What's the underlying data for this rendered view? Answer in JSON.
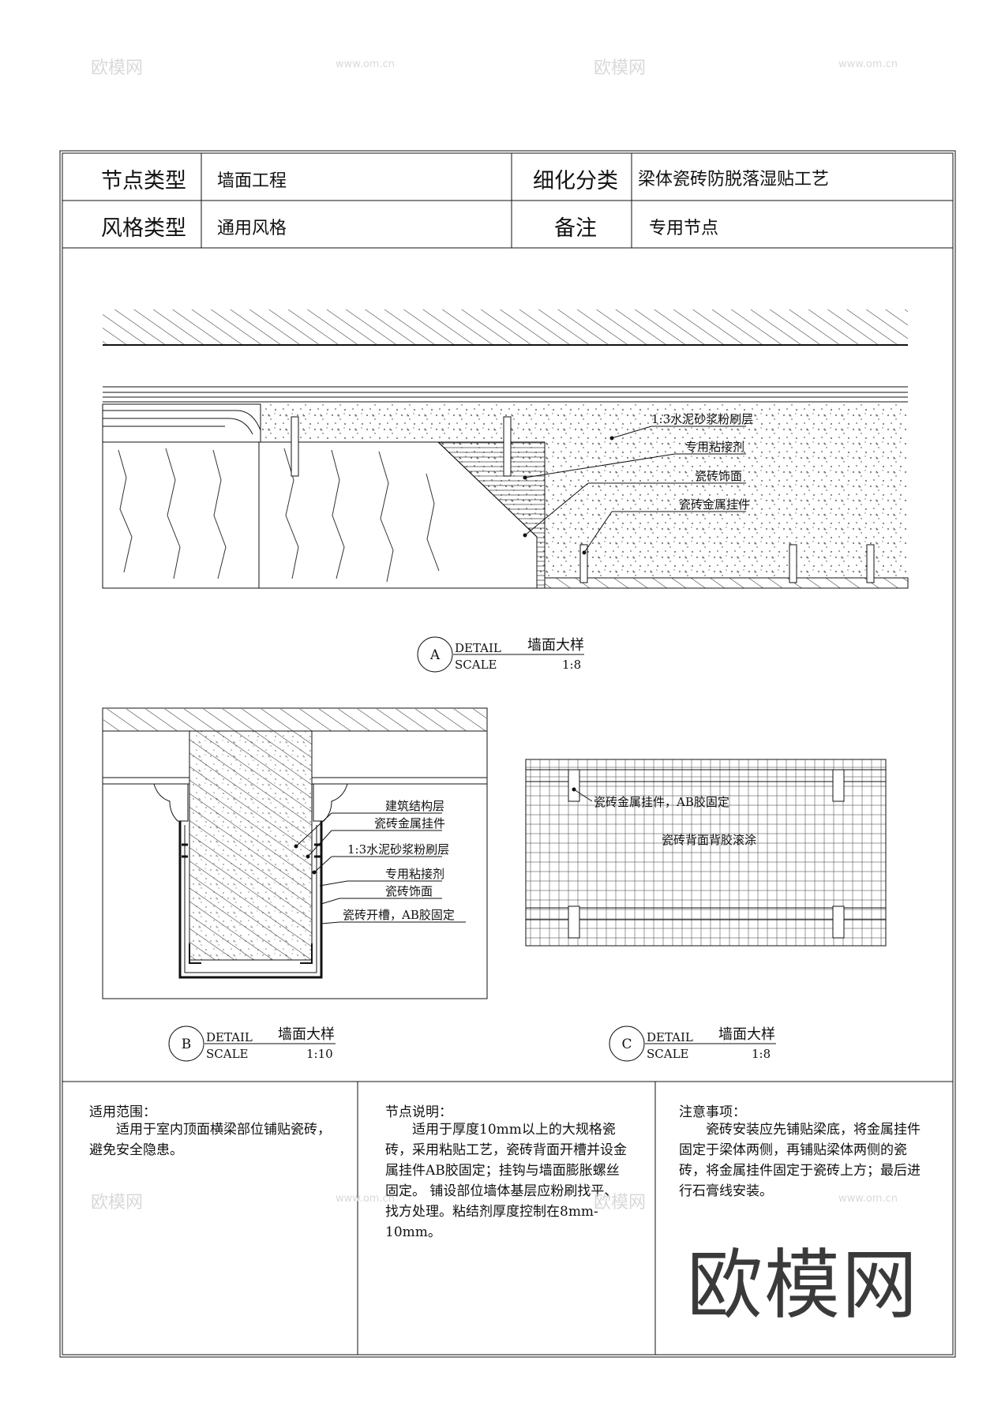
{
  "header": {
    "row1": {
      "label1": "节点类型",
      "value1": "墙面工程",
      "label2": "细化分类",
      "value2": "梁体瓷砖防脱落湿贴工艺"
    },
    "row2": {
      "label1": "风格类型",
      "value1": "通用风格",
      "label2": "备注",
      "value2": "专用节点"
    }
  },
  "detail_a": {
    "circle": "A",
    "detail": "DETAIL",
    "scale_word": "SCALE",
    "title": "墙面大样",
    "scale": "1:8",
    "callouts": [
      "1:3水泥砂浆粉刷层",
      "专用粘接剂",
      "瓷砖饰面",
      "瓷砖金属挂件"
    ]
  },
  "detail_b": {
    "circle": "B",
    "detail": "DETAIL",
    "scale_word": "SCALE",
    "title": "墙面大样",
    "scale": "1:10",
    "callouts": [
      "建筑结构层",
      "瓷砖金属挂件",
      "1:3水泥砂浆粉刷层",
      "专用粘接剂",
      "瓷砖饰面",
      "瓷砖开槽，AB胶固定"
    ]
  },
  "detail_c": {
    "circle": "C",
    "detail": "DETAIL",
    "scale_word": "SCALE",
    "title": "墙面大样",
    "scale": "1:8",
    "callouts": [
      "瓷砖金属挂件，AB胶固定",
      "瓷砖背面背胶滚涂"
    ]
  },
  "notes": {
    "scope": {
      "title": "适用范围：",
      "body": "适用于室内顶面横梁部位铺贴瓷砖，避免安全隐患。"
    },
    "explain": {
      "title": "节点说明：",
      "body": "适用于厚度10mm以上的大规格瓷砖，采用粘贴工艺，瓷砖背面开槽并设金属挂件AB胶固定；挂钩与墙面膨胀螺丝固定。 铺设部位墙体基层应粉刷找平、找方处理。粘结剂厚度控制在8mm-10mm。"
    },
    "caution": {
      "title": "注意事项：",
      "body": "瓷砖安装应先铺贴梁底，将金属挂件固定于梁体两侧，再铺贴梁体两侧的瓷砖，将金属挂件固定于瓷砖上方；最后进行石膏线安装。"
    }
  },
  "watermark": {
    "brand": "欧模网",
    "site": "www.om.cn"
  },
  "colors": {
    "line": "#111111",
    "watermark": "#d9d9d9",
    "logo": "#3a3a3a"
  }
}
